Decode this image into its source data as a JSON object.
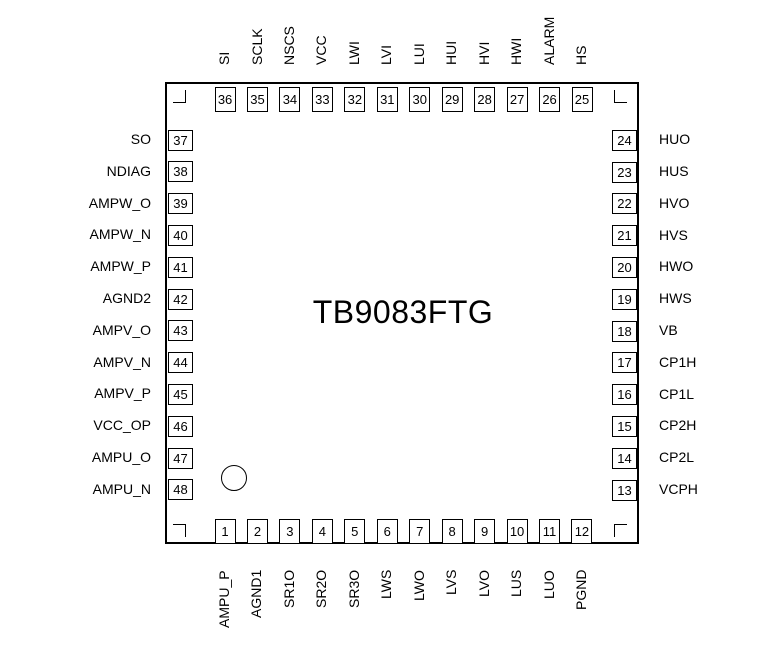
{
  "chip": {
    "name": "TB9083FTG"
  },
  "pins": {
    "bottom": [
      {
        "num": "1",
        "name": "AMPU_P"
      },
      {
        "num": "2",
        "name": "AGND1"
      },
      {
        "num": "3",
        "name": "SR1O"
      },
      {
        "num": "4",
        "name": "SR2O"
      },
      {
        "num": "5",
        "name": "SR3O"
      },
      {
        "num": "6",
        "name": "LWS"
      },
      {
        "num": "7",
        "name": "LWO"
      },
      {
        "num": "8",
        "name": "LVS"
      },
      {
        "num": "9",
        "name": "LVO"
      },
      {
        "num": "10",
        "name": "LUS"
      },
      {
        "num": "11",
        "name": "LUO"
      },
      {
        "num": "12",
        "name": "PGND"
      }
    ],
    "right": [
      {
        "num": "13",
        "name": "VCPH"
      },
      {
        "num": "14",
        "name": "CP2L"
      },
      {
        "num": "15",
        "name": "CP2H"
      },
      {
        "num": "16",
        "name": "CP1L"
      },
      {
        "num": "17",
        "name": "CP1H"
      },
      {
        "num": "18",
        "name": "VB"
      },
      {
        "num": "19",
        "name": "HWS"
      },
      {
        "num": "20",
        "name": "HWO"
      },
      {
        "num": "21",
        "name": "HVS"
      },
      {
        "num": "22",
        "name": "HVO"
      },
      {
        "num": "23",
        "name": "HUS"
      },
      {
        "num": "24",
        "name": "HUO"
      }
    ],
    "top": [
      {
        "num": "25",
        "name": "HS"
      },
      {
        "num": "26",
        "name": "ALARM"
      },
      {
        "num": "27",
        "name": "HWI"
      },
      {
        "num": "28",
        "name": "HVI"
      },
      {
        "num": "29",
        "name": "HUI"
      },
      {
        "num": "30",
        "name": "LUI"
      },
      {
        "num": "31",
        "name": "LVI"
      },
      {
        "num": "32",
        "name": "LWI"
      },
      {
        "num": "33",
        "name": "VCC"
      },
      {
        "num": "34",
        "name": "NSCS"
      },
      {
        "num": "35",
        "name": "SCLK"
      },
      {
        "num": "36",
        "name": "SI"
      }
    ],
    "left": [
      {
        "num": "37",
        "name": "SO"
      },
      {
        "num": "38",
        "name": "NDIAG"
      },
      {
        "num": "39",
        "name": "AMPW_O"
      },
      {
        "num": "40",
        "name": "AMPW_N"
      },
      {
        "num": "41",
        "name": "AMPW_P"
      },
      {
        "num": "42",
        "name": "AGND2"
      },
      {
        "num": "43",
        "name": "AMPV_O"
      },
      {
        "num": "44",
        "name": "AMPV_N"
      },
      {
        "num": "45",
        "name": "AMPV_P"
      },
      {
        "num": "46",
        "name": "VCC_OP"
      },
      {
        "num": "47",
        "name": "AMPU_O"
      },
      {
        "num": "48",
        "name": "AMPU_N"
      }
    ]
  }
}
